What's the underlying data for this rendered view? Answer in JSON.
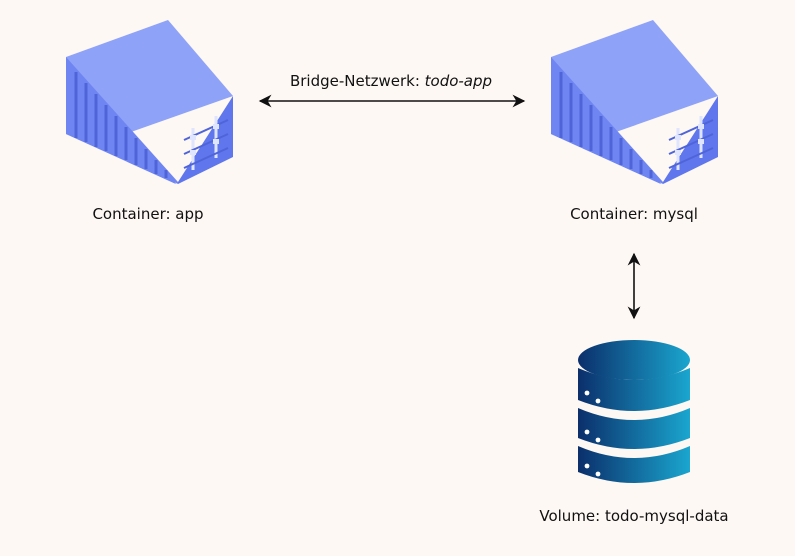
{
  "diagram": {
    "network": {
      "prefix": "Bridge-Netzwerk: ",
      "name": "todo-app"
    },
    "containers": [
      {
        "id": "app",
        "label": "Container: app"
      },
      {
        "id": "mysql",
        "label": "Container: mysql"
      }
    ],
    "volume": {
      "label": "Volume: todo-mysql-data"
    },
    "colors": {
      "container_top": "#8ea2f8",
      "container_side": "#6f86f2",
      "container_front": "#5f76ec",
      "container_ribs": "#4f64d8",
      "database_dark": "#0b2f6b",
      "database_light": "#1aa6cf",
      "arrow": "#111111",
      "background": "#fdf8f4"
    }
  }
}
